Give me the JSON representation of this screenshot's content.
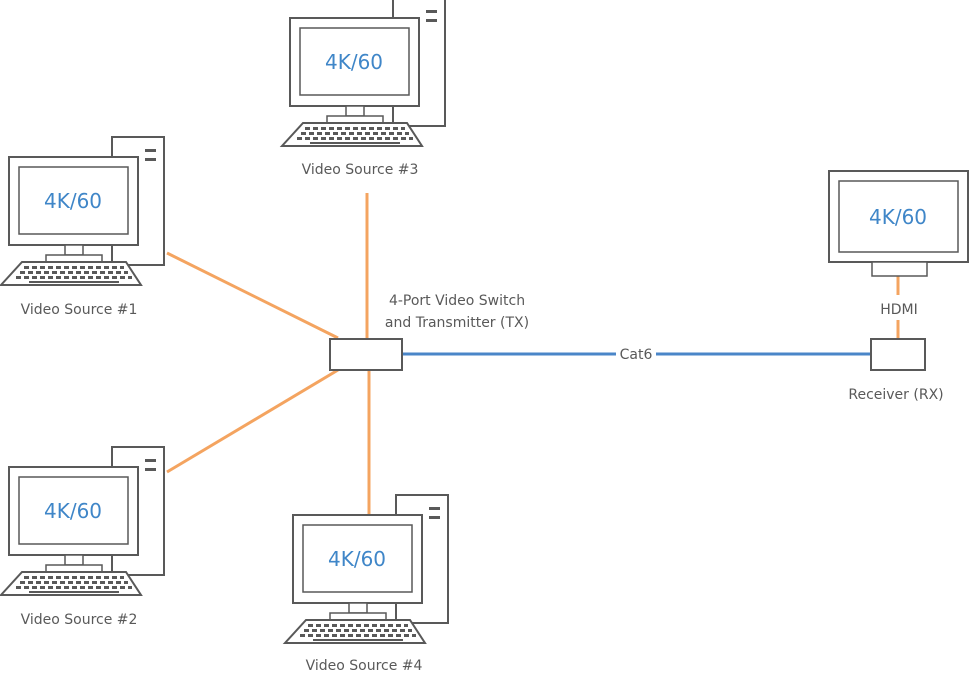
{
  "colors": {
    "hdmi_cable": "#f4a460",
    "cat6_cable": "#4a86c8",
    "screen_text": "#3f86c8",
    "outline": "#595959",
    "label_text": "#595959"
  },
  "sources": [
    {
      "screen": "4K/60",
      "label": "Video Source #1"
    },
    {
      "screen": "4K/60",
      "label": "Video Source #2"
    },
    {
      "screen": "4K/60",
      "label": "Video Source #3"
    },
    {
      "screen": "4K/60",
      "label": "Video Source #4"
    }
  ],
  "switch": {
    "label_line1": "4-Port Video Switch",
    "label_line2": "and Transmitter (TX)"
  },
  "receiver": {
    "label": "Receiver (RX)"
  },
  "display": {
    "screen": "4K/60"
  },
  "cables": {
    "cat6": "Cat6",
    "hdmi": "HDMI"
  }
}
